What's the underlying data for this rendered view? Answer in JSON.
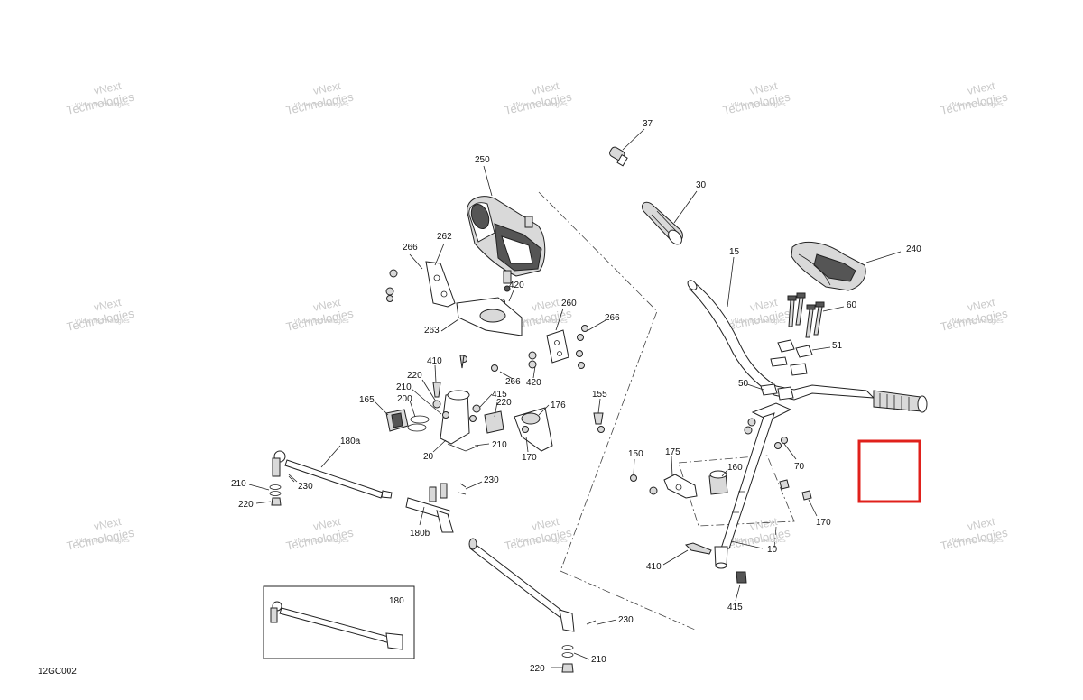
{
  "diagram": {
    "page_code": "12GC002",
    "watermark_line1": "vNext",
    "watermark_line2": "Technologies",
    "watermark_line3": "vNext Technologies",
    "highlight_color": "#e0201b",
    "callouts": {
      "c37": "37",
      "c30": "30",
      "c250": "250",
      "c266a": "266",
      "c262": "262",
      "c240": "240",
      "c15": "15",
      "c420a": "420",
      "c260": "260",
      "c266b": "266",
      "c60": "60",
      "c263": "263",
      "c51": "51",
      "c410a": "410",
      "c420b": "420",
      "c266c": "266",
      "c220a": "220",
      "c155": "155",
      "c415a": "415",
      "c210a": "210",
      "c50": "50",
      "c220b": "220",
      "c200": "200",
      "c176": "176",
      "c165": "165",
      "c210b": "210",
      "c180a": "180a",
      "c20": "20",
      "c170a": "170",
      "c70": "70",
      "c150": "150",
      "c175": "175",
      "c160": "160",
      "c210c": "210",
      "c230a": "230",
      "c230b": "230",
      "c220c": "220",
      "c170b": "170",
      "c180b": "180b",
      "c10": "10",
      "c410b": "410",
      "c180": "180",
      "c415b": "415",
      "c230c": "230",
      "c210d": "210",
      "c220d": "220"
    }
  }
}
